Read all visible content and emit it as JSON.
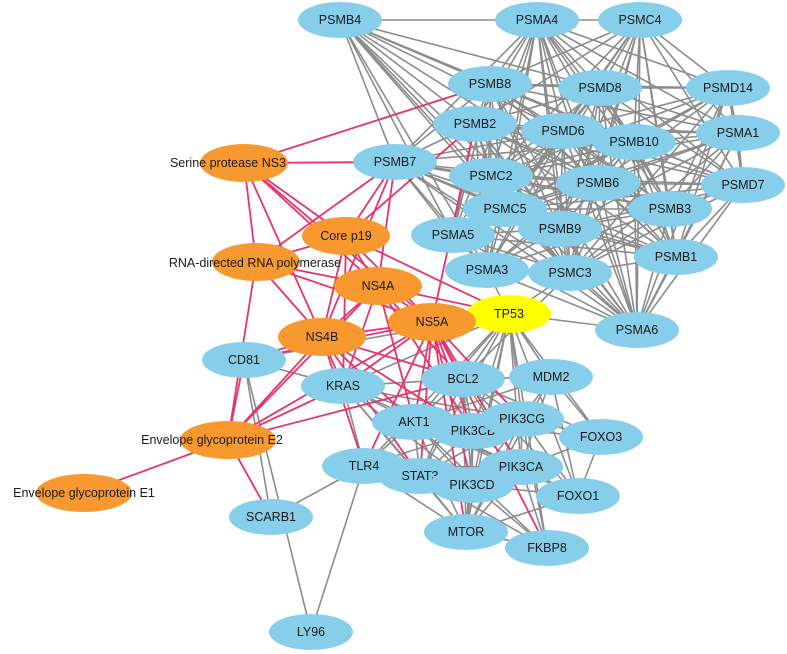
{
  "colors": {
    "host": "#87CEEB",
    "viral": "#F7992F",
    "hub": "#FFFF00",
    "host_edge": "#8c8c8c",
    "viral_edge": "#e8336b"
  },
  "nodes": [
    {
      "id": "PSMB4",
      "label": "PSMB4",
      "kind": "host"
    },
    {
      "id": "PSMA4",
      "label": "PSMA4",
      "kind": "host"
    },
    {
      "id": "PSMC4",
      "label": "PSMC4",
      "kind": "host"
    },
    {
      "id": "PSMB8",
      "label": "PSMB8",
      "kind": "host"
    },
    {
      "id": "PSMD8",
      "label": "PSMD8",
      "kind": "host"
    },
    {
      "id": "PSMD14",
      "label": "PSMD14",
      "kind": "host"
    },
    {
      "id": "PSMB2",
      "label": "PSMB2",
      "kind": "host"
    },
    {
      "id": "PSMD6",
      "label": "PSMD6",
      "kind": "host"
    },
    {
      "id": "PSMB10",
      "label": "PSMB10",
      "kind": "host"
    },
    {
      "id": "PSMA1",
      "label": "PSMA1",
      "kind": "host"
    },
    {
      "id": "PSMB7",
      "label": "PSMB7",
      "kind": "host"
    },
    {
      "id": "PSMC2",
      "label": "PSMC2",
      "kind": "host"
    },
    {
      "id": "PSMB6",
      "label": "PSMB6",
      "kind": "host"
    },
    {
      "id": "PSMD7",
      "label": "PSMD7",
      "kind": "host"
    },
    {
      "id": "PSMC5",
      "label": "PSMC5",
      "kind": "host"
    },
    {
      "id": "PSMB3",
      "label": "PSMB3",
      "kind": "host"
    },
    {
      "id": "PSMA5",
      "label": "PSMA5",
      "kind": "host"
    },
    {
      "id": "PSMB9",
      "label": "PSMB9",
      "kind": "host"
    },
    {
      "id": "PSMB1",
      "label": "PSMB1",
      "kind": "host"
    },
    {
      "id": "PSMA3",
      "label": "PSMA3",
      "kind": "host"
    },
    {
      "id": "PSMC3",
      "label": "PSMC3",
      "kind": "host"
    },
    {
      "id": "PSMA6",
      "label": "PSMA6",
      "kind": "host"
    },
    {
      "id": "TP53",
      "label": "TP53",
      "kind": "hub"
    },
    {
      "id": "NS3",
      "label": "Serine protease NS3",
      "kind": "viral"
    },
    {
      "id": "CORE",
      "label": "Core p19",
      "kind": "viral"
    },
    {
      "id": "RDRP",
      "label": "RNA-directed RNA polymerase",
      "kind": "viral"
    },
    {
      "id": "NS4A",
      "label": "NS4A",
      "kind": "viral"
    },
    {
      "id": "NS5A",
      "label": "NS5A",
      "kind": "viral"
    },
    {
      "id": "NS4B",
      "label": "NS4B",
      "kind": "viral"
    },
    {
      "id": "E2",
      "label": "Envelope glycoprotein E2",
      "kind": "viral"
    },
    {
      "id": "E1",
      "label": "Envelope glycoprotein E1",
      "kind": "viral"
    },
    {
      "id": "CD81",
      "label": "CD81",
      "kind": "host"
    },
    {
      "id": "KRAS",
      "label": "KRAS",
      "kind": "host"
    },
    {
      "id": "BCL2",
      "label": "BCL2",
      "kind": "host"
    },
    {
      "id": "MDM2",
      "label": "MDM2",
      "kind": "host"
    },
    {
      "id": "AKT1",
      "label": "AKT1",
      "kind": "host"
    },
    {
      "id": "PIK3CB",
      "label": "PIK3CB",
      "kind": "host"
    },
    {
      "id": "PIK3CG",
      "label": "PIK3CG",
      "kind": "host"
    },
    {
      "id": "FOXO3",
      "label": "FOXO3",
      "kind": "host"
    },
    {
      "id": "TLR4",
      "label": "TLR4",
      "kind": "host"
    },
    {
      "id": "STAT3",
      "label": "STAT3",
      "kind": "host"
    },
    {
      "id": "PIK3CD",
      "label": "PIK3CD",
      "kind": "host"
    },
    {
      "id": "PIK3CA",
      "label": "PIK3CA",
      "kind": "host"
    },
    {
      "id": "FOXO1",
      "label": "FOXO1",
      "kind": "host"
    },
    {
      "id": "SCARB1",
      "label": "SCARB1",
      "kind": "host"
    },
    {
      "id": "MTOR",
      "label": "MTOR",
      "kind": "host"
    },
    {
      "id": "FKBP8",
      "label": "FKBP8",
      "kind": "host"
    },
    {
      "id": "LY96",
      "label": "LY96",
      "kind": "host"
    }
  ],
  "edges": [
    [
      "PSMB4",
      "PSMA4"
    ],
    [
      "PSMB4",
      "PSMB8"
    ],
    [
      "PSMB4",
      "PSMB2"
    ],
    [
      "PSMB4",
      "PSMB7"
    ],
    [
      "PSMB4",
      "PSMC2"
    ],
    [
      "PSMB4",
      "PSMC5"
    ],
    [
      "PSMB4",
      "PSMA5"
    ],
    [
      "PSMB4",
      "PSMB9"
    ],
    [
      "PSMB4",
      "PSMA3"
    ],
    [
      "PSMB4",
      "PSMC3"
    ],
    [
      "PSMB4",
      "PSMD8"
    ],
    [
      "PSMB4",
      "PSMD6"
    ],
    [
      "PSMB4",
      "PSMB6"
    ],
    [
      "PSMB4",
      "PSMB10"
    ],
    [
      "PSMA4",
      "PSMC4"
    ],
    [
      "PSMA4",
      "PSMB8"
    ],
    [
      "PSMA4",
      "PSMD8"
    ],
    [
      "PSMA4",
      "PSMB2"
    ],
    [
      "PSMA4",
      "PSMD6"
    ],
    [
      "PSMA4",
      "PSMB10"
    ],
    [
      "PSMA4",
      "PSMA1"
    ],
    [
      "PSMA4",
      "PSMD14"
    ],
    [
      "PSMA4",
      "PSMC2"
    ],
    [
      "PSMA4",
      "PSMB6"
    ],
    [
      "PSMA4",
      "PSMD7"
    ],
    [
      "PSMA4",
      "PSMC5"
    ],
    [
      "PSMA4",
      "PSMB3"
    ],
    [
      "PSMA4",
      "PSMA5"
    ],
    [
      "PSMA4",
      "PSMB9"
    ],
    [
      "PSMA4",
      "PSMB1"
    ],
    [
      "PSMA4",
      "PSMA3"
    ],
    [
      "PSMA4",
      "PSMC3"
    ],
    [
      "PSMA4",
      "PSMA6"
    ],
    [
      "PSMA4",
      "PSMB7"
    ],
    [
      "PSMC4",
      "PSMD14"
    ],
    [
      "PSMC4",
      "PSMD8"
    ],
    [
      "PSMC4",
      "PSMB8"
    ],
    [
      "PSMC4",
      "PSMD6"
    ],
    [
      "PSMC4",
      "PSMB10"
    ],
    [
      "PSMC4",
      "PSMA1"
    ],
    [
      "PSMC4",
      "PSMB6"
    ],
    [
      "PSMC4",
      "PSMD7"
    ],
    [
      "PSMC4",
      "PSMB3"
    ],
    [
      "PSMC4",
      "PSMC5"
    ],
    [
      "PSMC4",
      "PSMB9"
    ],
    [
      "PSMC4",
      "PSMC2"
    ],
    [
      "PSMC4",
      "PSMB2"
    ],
    [
      "PSMC4",
      "PSMB1"
    ],
    [
      "PSMC4",
      "PSMC3"
    ],
    [
      "PSMC4",
      "PSMA6"
    ],
    [
      "PSMB8",
      "PSMD8"
    ],
    [
      "PSMB8",
      "PSMB2"
    ],
    [
      "PSMB8",
      "PSMD6"
    ],
    [
      "PSMB8",
      "PSMB10"
    ],
    [
      "PSMB8",
      "PSMB7"
    ],
    [
      "PSMB8",
      "PSMC2"
    ],
    [
      "PSMB8",
      "PSMB6"
    ],
    [
      "PSMB8",
      "PSMC5"
    ],
    [
      "PSMB8",
      "PSMA5"
    ],
    [
      "PSMB8",
      "PSMB9"
    ],
    [
      "PSMB8",
      "PSMA3"
    ],
    [
      "PSMB8",
      "PSMC3"
    ],
    [
      "PSMB8",
      "PSMD14"
    ],
    [
      "PSMB8",
      "PSMA1"
    ],
    [
      "PSMB8",
      "PSMD7"
    ],
    [
      "PSMB8",
      "PSMB3"
    ],
    [
      "PSMB8",
      "PSMB1"
    ],
    [
      "PSMB8",
      "PSMA6"
    ],
    [
      "PSMD8",
      "PSMD14"
    ],
    [
      "PSMD8",
      "PSMD6"
    ],
    [
      "PSMD8",
      "PSMB10"
    ],
    [
      "PSMD8",
      "PSMA1"
    ],
    [
      "PSMD8",
      "PSMB2"
    ],
    [
      "PSMD8",
      "PSMC2"
    ],
    [
      "PSMD8",
      "PSMB6"
    ],
    [
      "PSMD8",
      "PSMD7"
    ],
    [
      "PSMD8",
      "PSMB3"
    ],
    [
      "PSMD8",
      "PSMC5"
    ],
    [
      "PSMD8",
      "PSMB9"
    ],
    [
      "PSMD8",
      "PSMB1"
    ],
    [
      "PSMD8",
      "PSMC3"
    ],
    [
      "PSMD8",
      "PSMA3"
    ],
    [
      "PSMD8",
      "PSMA6"
    ],
    [
      "PSMD14",
      "PSMA1"
    ],
    [
      "PSMD14",
      "PSMB10"
    ],
    [
      "PSMD14",
      "PSMD6"
    ],
    [
      "PSMD14",
      "PSMD7"
    ],
    [
      "PSMD14",
      "PSMB6"
    ],
    [
      "PSMD14",
      "PSMB3"
    ],
    [
      "PSMD14",
      "PSMB1"
    ],
    [
      "PSMD14",
      "PSMC5"
    ],
    [
      "PSMD14",
      "PSMC2"
    ],
    [
      "PSMD14",
      "PSMA6"
    ],
    [
      "PSMD14",
      "PSMC3"
    ],
    [
      "PSMB2",
      "PSMD6"
    ],
    [
      "PSMB2",
      "PSMB7"
    ],
    [
      "PSMB2",
      "PSMC2"
    ],
    [
      "PSMB2",
      "PSMB6"
    ],
    [
      "PSMB2",
      "PSMC5"
    ],
    [
      "PSMB2",
      "PSMA5"
    ],
    [
      "PSMB2",
      "PSMB9"
    ],
    [
      "PSMB2",
      "PSMA3"
    ],
    [
      "PSMB2",
      "PSMC3"
    ],
    [
      "PSMB2",
      "PSMB10"
    ],
    [
      "PSMB2",
      "PSMA1"
    ],
    [
      "PSMB2",
      "PSMD7"
    ],
    [
      "PSMB2",
      "PSMB3"
    ],
    [
      "PSMB2",
      "PSMB1"
    ],
    [
      "PSMB2",
      "PSMA6"
    ],
    [
      "PSMD6",
      "PSMB10"
    ],
    [
      "PSMD6",
      "PSMA1"
    ],
    [
      "PSMD6",
      "PSMC2"
    ],
    [
      "PSMD6",
      "PSMB6"
    ],
    [
      "PSMD6",
      "PSMD7"
    ],
    [
      "PSMD6",
      "PSMC5"
    ],
    [
      "PSMD6",
      "PSMB3"
    ],
    [
      "PSMD6",
      "PSMB9"
    ],
    [
      "PSMD6",
      "PSMB1"
    ],
    [
      "PSMD6",
      "PSMA3"
    ],
    [
      "PSMD6",
      "PSMC3"
    ],
    [
      "PSMD6",
      "PSMA5"
    ],
    [
      "PSMD6",
      "PSMB7"
    ],
    [
      "PSMD6",
      "PSMA6"
    ],
    [
      "PSMB10",
      "PSMA1"
    ],
    [
      "PSMB10",
      "PSMB6"
    ],
    [
      "PSMB10",
      "PSMD7"
    ],
    [
      "PSMB10",
      "PSMB3"
    ],
    [
      "PSMB10",
      "PSMC2"
    ],
    [
      "PSMB10",
      "PSMC5"
    ],
    [
      "PSMB10",
      "PSMB9"
    ],
    [
      "PSMB10",
      "PSMB1"
    ],
    [
      "PSMB10",
      "PSMC3"
    ],
    [
      "PSMB10",
      "PSMA3"
    ],
    [
      "PSMB10",
      "PSMA5"
    ],
    [
      "PSMB10",
      "PSMA6"
    ],
    [
      "PSMA1",
      "PSMD7"
    ],
    [
      "PSMA1",
      "PSMB6"
    ],
    [
      "PSMA1",
      "PSMB3"
    ],
    [
      "PSMA1",
      "PSMB1"
    ],
    [
      "PSMA1",
      "PSMC5"
    ],
    [
      "PSMA1",
      "PSMC3"
    ],
    [
      "PSMA1",
      "PSMB9"
    ],
    [
      "PSMA1",
      "PSMA6"
    ],
    [
      "PSMA1",
      "PSMC2"
    ],
    [
      "PSMB7",
      "PSMC2"
    ],
    [
      "PSMB7",
      "PSMC5"
    ],
    [
      "PSMB7",
      "PSMA5"
    ],
    [
      "PSMB7",
      "PSMB9"
    ],
    [
      "PSMB7",
      "PSMA3"
    ],
    [
      "PSMB7",
      "PSMB6"
    ],
    [
      "PSMB7",
      "PSMC3"
    ],
    [
      "PSMB7",
      "PSMB10"
    ],
    [
      "PSMB7",
      "PSMB3"
    ],
    [
      "PSMB7",
      "PSMB1"
    ],
    [
      "PSMB7",
      "PSMA6"
    ],
    [
      "PSMC2",
      "PSMB6"
    ],
    [
      "PSMC2",
      "PSMC5"
    ],
    [
      "PSMC2",
      "PSMA5"
    ],
    [
      "PSMC2",
      "PSMB9"
    ],
    [
      "PSMC2",
      "PSMA3"
    ],
    [
      "PSMC2",
      "PSMC3"
    ],
    [
      "PSMC2",
      "PSMB3"
    ],
    [
      "PSMC2",
      "PSMD7"
    ],
    [
      "PSMC2",
      "PSMB1"
    ],
    [
      "PSMC2",
      "PSMA6"
    ],
    [
      "PSMB6",
      "PSMD7"
    ],
    [
      "PSMB6",
      "PSMB3"
    ],
    [
      "PSMB6",
      "PSMC5"
    ],
    [
      "PSMB6",
      "PSMB9"
    ],
    [
      "PSMB6",
      "PSMB1"
    ],
    [
      "PSMB6",
      "PSMC3"
    ],
    [
      "PSMB6",
      "PSMA3"
    ],
    [
      "PSMB6",
      "PSMA5"
    ],
    [
      "PSMB6",
      "PSMA6"
    ],
    [
      "PSMD7",
      "PSMB3"
    ],
    [
      "PSMD7",
      "PSMB1"
    ],
    [
      "PSMD7",
      "PSMC5"
    ],
    [
      "PSMD7",
      "PSMB9"
    ],
    [
      "PSMD7",
      "PSMC3"
    ],
    [
      "PSMD7",
      "PSMA6"
    ],
    [
      "PSMC5",
      "PSMA5"
    ],
    [
      "PSMC5",
      "PSMB9"
    ],
    [
      "PSMC5",
      "PSMA3"
    ],
    [
      "PSMC5",
      "PSMC3"
    ],
    [
      "PSMC5",
      "PSMB3"
    ],
    [
      "PSMC5",
      "PSMB1"
    ],
    [
      "PSMC5",
      "PSMA6"
    ],
    [
      "PSMB3",
      "PSMB9"
    ],
    [
      "PSMB3",
      "PSMB1"
    ],
    [
      "PSMB3",
      "PSMC3"
    ],
    [
      "PSMB3",
      "PSMA6"
    ],
    [
      "PSMB3",
      "PSMA3"
    ],
    [
      "PSMA5",
      "PSMB9"
    ],
    [
      "PSMA5",
      "PSMA3"
    ],
    [
      "PSMA5",
      "PSMC3"
    ],
    [
      "PSMA5",
      "PSMB1"
    ],
    [
      "PSMA5",
      "PSMA6"
    ],
    [
      "PSMB9",
      "PSMA3"
    ],
    [
      "PSMB9",
      "PSMC3"
    ],
    [
      "PSMB9",
      "PSMB1"
    ],
    [
      "PSMB9",
      "PSMA6"
    ],
    [
      "PSMB1",
      "PSMC3"
    ],
    [
      "PSMB1",
      "PSMA6"
    ],
    [
      "PSMA3",
      "PSMC3"
    ],
    [
      "PSMA3",
      "PSMA6"
    ],
    [
      "PSMC3",
      "PSMA6"
    ],
    [
      "PSMC3",
      "TP53"
    ],
    [
      "PSMA3",
      "TP53"
    ],
    [
      "PSMA6",
      "TP53"
    ],
    [
      "PSMC3",
      "BCL2"
    ],
    [
      "TP53",
      "BCL2"
    ],
    [
      "TP53",
      "MDM2"
    ],
    [
      "TP53",
      "AKT1"
    ],
    [
      "TP53",
      "PIK3CB"
    ],
    [
      "TP53",
      "PIK3CG"
    ],
    [
      "TP53",
      "KRAS"
    ],
    [
      "TP53",
      "STAT3"
    ],
    [
      "TP53",
      "PIK3CA"
    ],
    [
      "TP53",
      "PIK3CD"
    ],
    [
      "TP53",
      "MTOR"
    ],
    [
      "TP53",
      "FOXO3"
    ],
    [
      "TP53",
      "FOXO1"
    ],
    [
      "TP53",
      "TLR4"
    ],
    [
      "TP53",
      "CD81"
    ],
    [
      "TP53",
      "FKBP8"
    ],
    [
      "CD81",
      "SCARB1"
    ],
    [
      "CD81",
      "KRAS"
    ],
    [
      "KRAS",
      "BCL2"
    ],
    [
      "KRAS",
      "AKT1"
    ],
    [
      "KRAS",
      "PIK3CB"
    ],
    [
      "KRAS",
      "PIK3CG"
    ],
    [
      "KRAS",
      "PIK3CA"
    ],
    [
      "KRAS",
      "PIK3CD"
    ],
    [
      "KRAS",
      "STAT3"
    ],
    [
      "KRAS",
      "TLR4"
    ],
    [
      "KRAS",
      "MTOR"
    ],
    [
      "BCL2",
      "MDM2"
    ],
    [
      "BCL2",
      "AKT1"
    ],
    [
      "BCL2",
      "PIK3CB"
    ],
    [
      "BCL2",
      "PIK3CG"
    ],
    [
      "BCL2",
      "STAT3"
    ],
    [
      "BCL2",
      "PIK3CA"
    ],
    [
      "BCL2",
      "PIK3CD"
    ],
    [
      "BCL2",
      "MTOR"
    ],
    [
      "BCL2",
      "FOXO1"
    ],
    [
      "BCL2",
      "FOXO3"
    ],
    [
      "MDM2",
      "AKT1"
    ],
    [
      "MDM2",
      "PIK3CG"
    ],
    [
      "MDM2",
      "FOXO3"
    ],
    [
      "MDM2",
      "FOXO1"
    ],
    [
      "MDM2",
      "PIK3CA"
    ],
    [
      "MDM2",
      "MTOR"
    ],
    [
      "AKT1",
      "PIK3CB"
    ],
    [
      "AKT1",
      "PIK3CG"
    ],
    [
      "AKT1",
      "STAT3"
    ],
    [
      "AKT1",
      "PIK3CA"
    ],
    [
      "AKT1",
      "PIK3CD"
    ],
    [
      "AKT1",
      "MTOR"
    ],
    [
      "AKT1",
      "FOXO3"
    ],
    [
      "AKT1",
      "FOXO1"
    ],
    [
      "AKT1",
      "TLR4"
    ],
    [
      "AKT1",
      "FKBP8"
    ],
    [
      "PIK3CB",
      "PIK3CG"
    ],
    [
      "PIK3CB",
      "PIK3CA"
    ],
    [
      "PIK3CB",
      "PIK3CD"
    ],
    [
      "PIK3CB",
      "STAT3"
    ],
    [
      "PIK3CB",
      "MTOR"
    ],
    [
      "PIK3CB",
      "TLR4"
    ],
    [
      "PIK3CG",
      "FOXO3"
    ],
    [
      "PIK3CG",
      "PIK3CA"
    ],
    [
      "PIK3CG",
      "PIK3CD"
    ],
    [
      "PIK3CG",
      "FOXO1"
    ],
    [
      "PIK3CG",
      "MTOR"
    ],
    [
      "PIK3CG",
      "STAT3"
    ],
    [
      "PIK3CG",
      "FKBP8"
    ],
    [
      "TLR4",
      "STAT3"
    ],
    [
      "TLR4",
      "PIK3CD"
    ],
    [
      "TLR4",
      "MTOR"
    ],
    [
      "TLR4",
      "LY96"
    ],
    [
      "TLR4",
      "SCARB1"
    ],
    [
      "TLR4",
      "PIK3CA"
    ],
    [
      "STAT3",
      "PIK3CD"
    ],
    [
      "STAT3",
      "PIK3CA"
    ],
    [
      "STAT3",
      "MTOR"
    ],
    [
      "STAT3",
      "FKBP8"
    ],
    [
      "PIK3CD",
      "PIK3CA"
    ],
    [
      "PIK3CD",
      "MTOR"
    ],
    [
      "PIK3CD",
      "FOXO1"
    ],
    [
      "PIK3CD",
      "FKBP8"
    ],
    [
      "PIK3CA",
      "FOXO1"
    ],
    [
      "PIK3CA",
      "MTOR"
    ],
    [
      "PIK3CA",
      "FOXO3"
    ],
    [
      "PIK3CA",
      "FKBP8"
    ],
    [
      "FOXO3",
      "FOXO1"
    ],
    [
      "MTOR",
      "FKBP8"
    ],
    [
      "MTOR",
      "FOXO1"
    ],
    [
      "CD81",
      "LY96"
    ]
  ],
  "viral_edges": [
    [
      "NS3",
      "PSMB8"
    ],
    [
      "NS3",
      "CORE"
    ],
    [
      "NS3",
      "RDRP"
    ],
    [
      "NS3",
      "NS4A"
    ],
    [
      "NS3",
      "NS4B"
    ],
    [
      "NS3",
      "NS5A"
    ],
    [
      "CORE",
      "PSMB7"
    ],
    [
      "CORE",
      "RDRP"
    ],
    [
      "CORE",
      "NS4A"
    ],
    [
      "CORE",
      "NS4B"
    ],
    [
      "CORE",
      "NS5A"
    ],
    [
      "CORE",
      "TP53"
    ],
    [
      "CORE",
      "KRAS"
    ],
    [
      "RDRP",
      "NS4A"
    ],
    [
      "RDRP",
      "NS4B"
    ],
    [
      "RDRP",
      "NS5A"
    ],
    [
      "RDRP",
      "PSMB7"
    ],
    [
      "NS4A",
      "NS4B"
    ],
    [
      "NS4A",
      "NS5A"
    ],
    [
      "NS4A",
      "PSMB7"
    ],
    [
      "NS4A",
      "TP53"
    ],
    [
      "NS4A",
      "KRAS"
    ],
    [
      "NS4A",
      "BCL2"
    ],
    [
      "NS4A",
      "AKT1"
    ],
    [
      "NS4A",
      "PIK3CB"
    ],
    [
      "NS5A",
      "NS4B"
    ],
    [
      "NS5A",
      "TP53"
    ],
    [
      "NS5A",
      "PSMB2"
    ],
    [
      "NS5A",
      "BCL2"
    ],
    [
      "NS5A",
      "KRAS"
    ],
    [
      "NS5A",
      "AKT1"
    ],
    [
      "NS5A",
      "PIK3CB"
    ],
    [
      "NS5A",
      "PIK3CG"
    ],
    [
      "NS5A",
      "PIK3CA"
    ],
    [
      "NS5A",
      "PIK3CD"
    ],
    [
      "NS5A",
      "STAT3"
    ],
    [
      "NS5A",
      "MTOR"
    ],
    [
      "NS5A",
      "FKBP8"
    ],
    [
      "NS5A",
      "TLR4"
    ],
    [
      "NS5A",
      "CD81"
    ],
    [
      "NS4B",
      "CD81"
    ],
    [
      "NS4B",
      "KRAS"
    ],
    [
      "NS4B",
      "AKT1"
    ],
    [
      "NS4B",
      "BCL2"
    ],
    [
      "NS4B",
      "STAT3"
    ],
    [
      "NS4B",
      "TLR4"
    ],
    [
      "NS4B",
      "PIK3CB"
    ],
    [
      "NS4B",
      "PSMB7"
    ],
    [
      "NS4B",
      "E2"
    ],
    [
      "E2",
      "E1"
    ],
    [
      "E2",
      "CD81"
    ],
    [
      "E2",
      "SCARB1"
    ],
    [
      "E2",
      "KRAS"
    ],
    [
      "E2",
      "NS4A"
    ],
    [
      "E2",
      "NS5A"
    ],
    [
      "E2",
      "RDRP"
    ],
    [
      "E2",
      "BCL2"
    ],
    [
      "CORE",
      "PSMB2"
    ],
    [
      "NS3",
      "PSMB7"
    ]
  ]
}
